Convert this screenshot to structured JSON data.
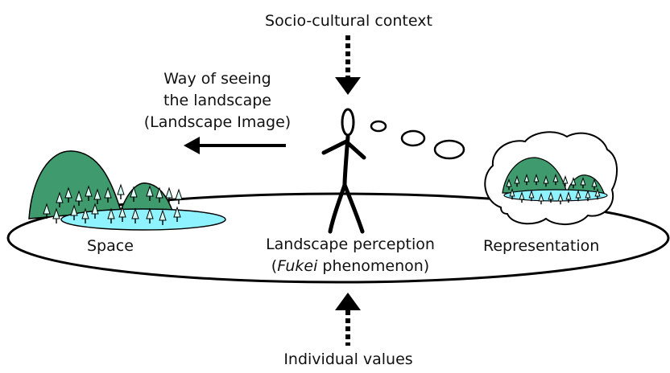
{
  "labels": {
    "socio_cultural": "Socio-cultural context",
    "way_of_seeing_1": "Way of seeing",
    "way_of_seeing_2": "the landscape",
    "way_of_seeing_3": "(Landscape Image)",
    "space": "Space",
    "perception_1": "Landscape perception",
    "perception_2_italic": "Fukei",
    "perception_2_rest": " phenomenon)",
    "perception_2_open": "(",
    "representation": "Representation",
    "individual_values": "Individual values"
  },
  "colors": {
    "hill": "#3f9a6e",
    "water": "#8ff2ff",
    "tree": "#d7fff3",
    "stroke": "#000000"
  },
  "icons": [
    "stick-figure-person",
    "thought-bubble",
    "hill",
    "pond",
    "tree"
  ]
}
